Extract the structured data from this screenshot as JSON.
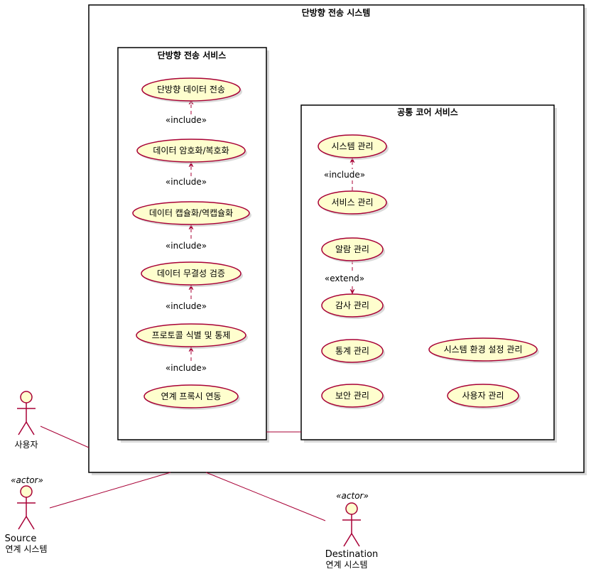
{
  "colors": {
    "usecase_fill": "#FEFECE",
    "usecase_stroke": "#A80036",
    "line": "#A80036",
    "package_stroke": "#000000",
    "shadow": "#C0C0C0"
  },
  "system": {
    "title": "단방향 전송 시스템"
  },
  "packages": {
    "transfer": {
      "title": "단방향 전송 서비스"
    },
    "core": {
      "title": "공통 코어 서비스"
    }
  },
  "usecases": {
    "oneway_transfer": "단방향 데이터 전송",
    "encrypt": "데이터 암호화/복호화",
    "encapsulate": "데이터 캡슐화/역캡슐화",
    "integrity": "데이터 무결성 검증",
    "protocol": "프로토콜 식별 및 통제",
    "proxy": "연계 프록시 연동",
    "sys_mgmt": "시스템 관리",
    "svc_mgmt": "서비스 관리",
    "alarm_mgmt": "알람 관리",
    "audit_mgmt": "감사 관리",
    "stats_mgmt": "통계 관리",
    "security_mgmt": "보안 관리",
    "env_mgmt": "시스템 환경 설정 관리",
    "user_mgmt": "사용자 관리"
  },
  "relations": {
    "include_label": "«include»",
    "extend_label": "«extend»"
  },
  "actors": {
    "user": {
      "name": "사용자"
    },
    "source": {
      "stereotype": "«actor»",
      "name": "Source",
      "sub": "연계 시스템"
    },
    "destination": {
      "stereotype": "«actor»",
      "name": "Destination",
      "sub": "연계 시스템"
    }
  }
}
